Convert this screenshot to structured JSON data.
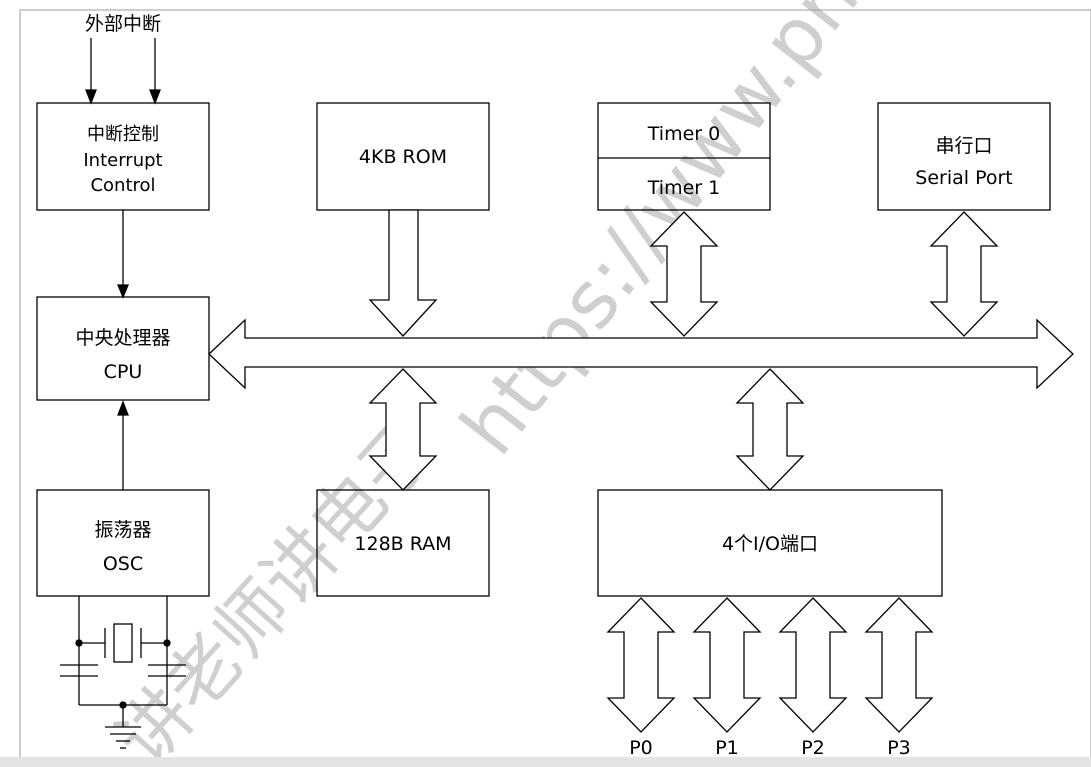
{
  "external_interrupt": "外部中断",
  "interrupt_control": {
    "zh": "中断控制",
    "en1": "Interrupt",
    "en2": "Control"
  },
  "cpu": {
    "zh": "中央处理器",
    "en": "CPU"
  },
  "osc": {
    "zh": "振荡器",
    "en": "OSC"
  },
  "rom": "4KB ROM",
  "ram": "128B RAM",
  "timers": [
    "Timer 0",
    "Timer 1"
  ],
  "serial": {
    "zh": "串行口",
    "en": "Serial Port"
  },
  "io": "4个I/O端口",
  "ports": [
    "P0",
    "P1",
    "P2",
    "P3"
  ],
  "watermark": {
    "url": "https://www.pnxuet",
    "cn": "讲老师讲电子"
  },
  "colors": {
    "line": "#000000",
    "background": "#ffffff",
    "watermark": "#cfcfcf",
    "frame": "#9e9e9e"
  }
}
